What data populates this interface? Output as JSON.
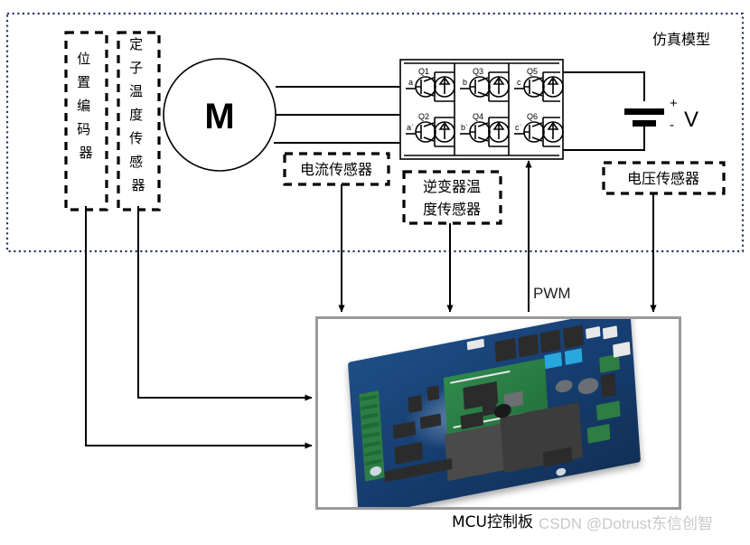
{
  "page": {
    "title": "仿真模型",
    "caption": "MCU控制板",
    "watermark": "CSDN @Dotrust东信创智"
  },
  "colors": {
    "sim_border": "#2b3a67",
    "wire": "#000000",
    "frame": "#9a9a9a",
    "pcb": "#1e4e86",
    "watermark": "#c9c9c9"
  },
  "sensors": {
    "position_encoder": "位置编码器",
    "stator_temp": "定子温度传感器",
    "current_sensor": "电流传感器",
    "inverter_temp_line1": "逆变器温",
    "inverter_temp_line2": "度传感器",
    "voltage_sensor": "电压传感器"
  },
  "motor": {
    "label": "M"
  },
  "supply": {
    "label": "V",
    "plus": "+",
    "minus": "-"
  },
  "signals": {
    "pwm": "PWM"
  },
  "inverter": {
    "switches": [
      {
        "name": "Q1",
        "gate": "a"
      },
      {
        "name": "Q3",
        "gate": "b"
      },
      {
        "name": "Q5",
        "gate": "c"
      },
      {
        "name": "Q2",
        "gate": "aˈ"
      },
      {
        "name": "Q4",
        "gate": "bˈ"
      },
      {
        "name": "Q6",
        "gate": "cˈ"
      }
    ]
  }
}
